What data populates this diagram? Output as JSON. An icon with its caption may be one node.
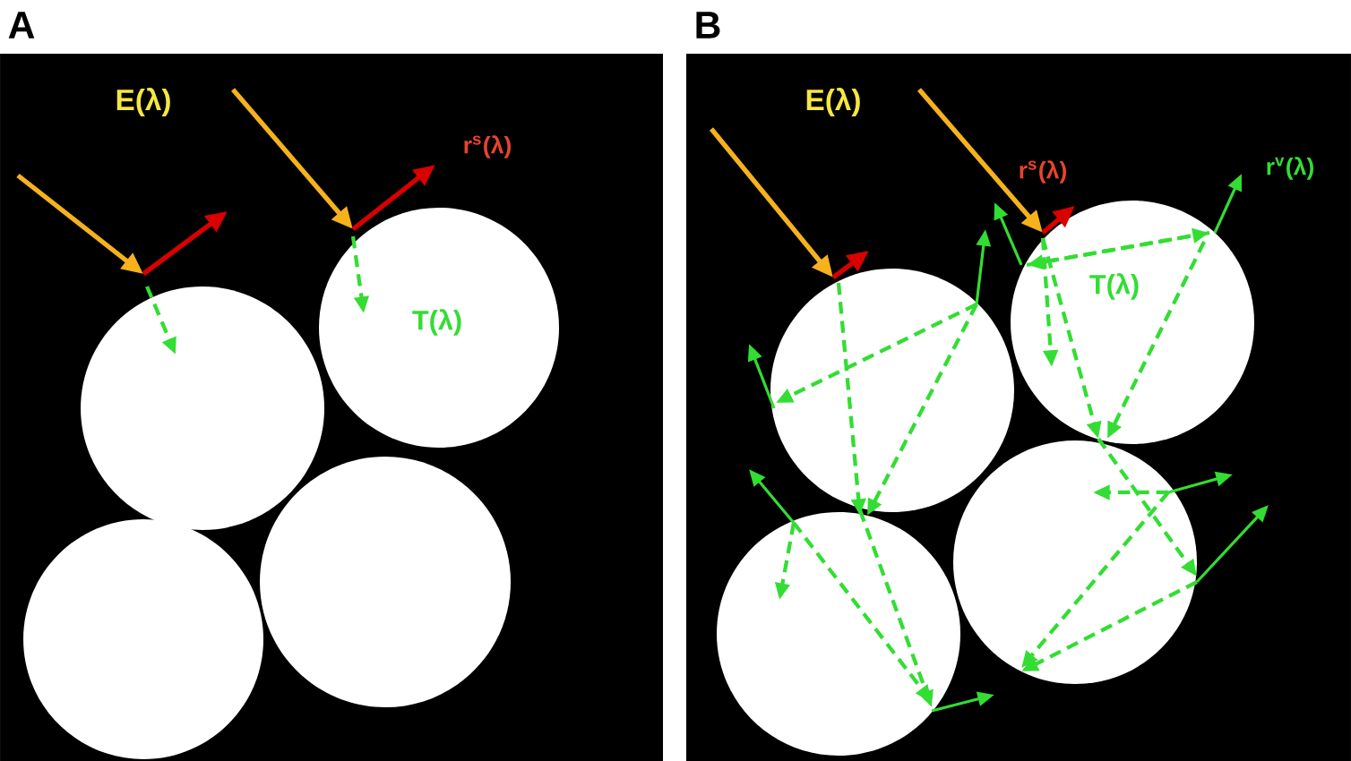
{
  "diagram": {
    "labels": [
      "A",
      "E(λ)",
      "r$^{s}$(λ)",
      "T(λ)",
      "B",
      "E(λ)",
      "r$^{s}$(λ)",
      "T(λ)",
      "r$^{v}$(λ)"
    ]
  }
}
